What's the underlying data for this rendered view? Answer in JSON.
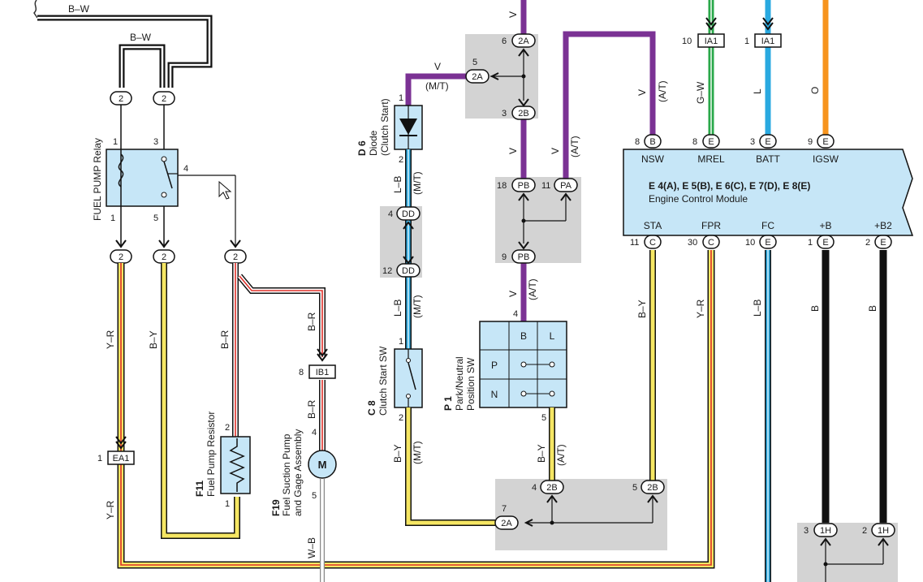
{
  "wire_labels": {
    "bw_top": "B–W",
    "bw_relay": "B–W",
    "yr_left": "Y–R",
    "yr_bottom": "Y–R",
    "by_left": "B–Y",
    "br_res": "B–R",
    "br_pump1": "B–R",
    "br_pump2": "B–R",
    "wb": "W–B",
    "v_diode": "V",
    "mt_diode": "(M/T)",
    "lb_1": "L–B",
    "mt_lb1": "(M/T)",
    "lb_2": "L–B",
    "mt_lb2": "(M/T)",
    "by_clutch": "B–Y",
    "mt_clutch": "(M/T)",
    "v_top": "V",
    "v_mid": "V",
    "v_pa": "V",
    "at_pa": "(A/T)",
    "v_pn": "V",
    "at_pn": "(A/T)",
    "by_pn": "B–Y",
    "at_by_pn": "(A/T)",
    "v_nsw": "V",
    "at_nsw": "(A/T)",
    "gw": "G–W",
    "l": "L",
    "o": "O",
    "by_sta": "B–Y",
    "yr_fpr": "Y–R",
    "lb_fc": "L–B",
    "b_1": "B",
    "b_2": "B"
  },
  "components": {
    "relay": {
      "name": "FUEL PUMP Relay",
      "pin1": "1",
      "pin3": "3",
      "pin4": "4",
      "pin5": "5"
    },
    "diode": {
      "code": "D 6",
      "name1": "Diode",
      "name2": "(Clutch Start)",
      "pin1": "1",
      "pin2": "2"
    },
    "clutch": {
      "code": "C 8",
      "name": "Clutch Start SW",
      "pin1": "1",
      "pin2": "2"
    },
    "pnp": {
      "code": "P 1",
      "name1": "Park/Neutral",
      "name2": "Position SW",
      "col_b": "B",
      "col_l": "L",
      "row_p": "P",
      "row_n": "N",
      "pin4": "4",
      "pin5": "5"
    },
    "resistor": {
      "code": "F11",
      "name": "Fuel Pump Resistor",
      "pin2": "2",
      "pin1": "1"
    },
    "pump": {
      "code": "F19",
      "name1": "Fuel Suction Pump",
      "name2": "and Gage Assembly",
      "motor": "M",
      "pin4": "4",
      "pin5": "5"
    },
    "ecm": {
      "title": "E 4(A), E 5(B), E 6(C), E 7(D), E 8(E)",
      "name": "Engine Control Module",
      "top_labels": [
        "NSW",
        "MREL",
        "BATT",
        "IGSW"
      ],
      "top_pins": [
        "8",
        "8",
        "3",
        "9"
      ],
      "top_conns": [
        "B",
        "E",
        "E",
        "E"
      ],
      "bottom_labels": [
        "STA",
        "FPR",
        "FC",
        "+B",
        "+B2"
      ],
      "bottom_pins": [
        "11",
        "30",
        "10",
        "1",
        "2"
      ],
      "bottom_conns": [
        "C",
        "C",
        "E",
        "E",
        "E"
      ]
    }
  },
  "connectors": {
    "c2_a": "2",
    "c2_b": "2",
    "c2_c": "2",
    "c2_d": "2",
    "c2_e": "2",
    "jc_2a_top": "2A",
    "jc_2a_mid": "2A",
    "jc_2b_top": "2B",
    "jc_2a_top_pin": "6",
    "jc_2a_mid_pin": "5",
    "jc_2b_top_pin": "3",
    "dd_1": "DD",
    "dd_1_pin": "4",
    "dd_2": "DD",
    "dd_2_pin": "12",
    "pb_1": "PB",
    "pb_1_pin": "18",
    "pa": "PA",
    "pa_pin": "11",
    "pb_2": "PB",
    "pb_2_pin": "9",
    "ia1_a": "IA1",
    "ia1_a_pin": "10",
    "ia1_b": "IA1",
    "ia1_b_pin": "1",
    "ib1": "IB1",
    "ib1_pin": "8",
    "ea1": "EA1",
    "ea1_pin": "1",
    "jb_2b_a": "2B",
    "jb_2b_a_pin": "4",
    "jb_2b_b": "2B",
    "jb_2b_b_pin": "5",
    "jb_2a": "2A",
    "jb_2a_pin": "7",
    "h1_a": "1H",
    "h1_a_pin": "3",
    "h1_b": "1H",
    "h1_b_pin": "2"
  },
  "colors": {
    "purple": "#7b3294",
    "yellow": "#f5e663",
    "red": "#e0302a",
    "blue": "#29a9e0",
    "green": "#2aa84a",
    "orange": "#f7941d",
    "black": "#111111",
    "box": "#c6e6f7",
    "junction": "#d3d3d3"
  }
}
